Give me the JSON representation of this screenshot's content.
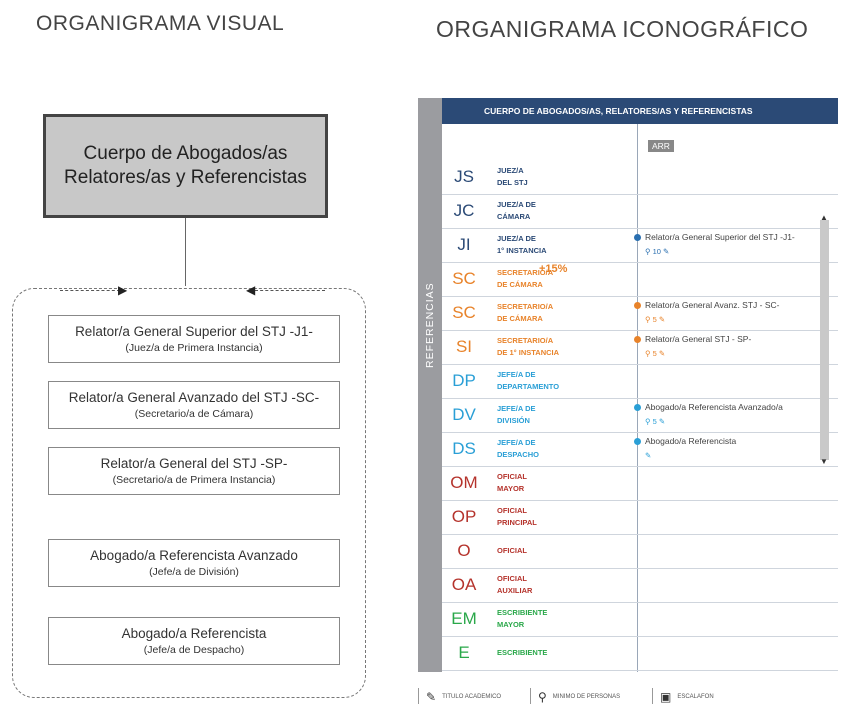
{
  "titles": {
    "left": "ORGANIGRAMA VISUAL",
    "right": "ORGANIGRAMA ICONOGRÁFICO"
  },
  "visual": {
    "top_box": {
      "line1": "Cuerpo de Abogados/as",
      "line2": "Relatores/as y Referencistas"
    },
    "roles": [
      {
        "title": "Relator/a General Superior del STJ -J1-",
        "sub": "(Juez/a de Primera Instancia)"
      },
      {
        "title": "Relator/a General Avanzado del STJ -SC-",
        "sub": "(Secretario/a de Cámara)"
      },
      {
        "title": "Relator/a General del STJ -SP-",
        "sub": "(Secretario/a de Primera Instancia)"
      },
      {
        "title": "Abogado/a Referencista Avanzado",
        "sub": "(Jefe/a de División)"
      },
      {
        "title": "Abogado/a Referencista",
        "sub": "(Jefe/a de Despacho)"
      }
    ]
  },
  "panel": {
    "header": "CUERPO DE ABOGADOS/AS, RELATORES/AS Y REFERENCISTAS",
    "side_label": "REFERENCIAS",
    "arr_badge": "ARR",
    "colors": {
      "navy": "#2b4a76",
      "blue": "#2a6fb0",
      "orange": "#e8832a",
      "cyan": "#2a9fd6",
      "red": "#b5332c",
      "green": "#2aa84a"
    },
    "rows": [
      {
        "abbr": "JS",
        "l1": "JUEZ/A",
        "l2": "DEL STJ",
        "color": "#2b4a76"
      },
      {
        "abbr": "JC",
        "l1": "JUEZ/A DE",
        "l2": "CÁMARA",
        "color": "#2b4a76"
      },
      {
        "abbr": "JI",
        "l1": "JUEZ/A DE",
        "l2": "1° INSTANCIA",
        "color": "#2b4a76",
        "rel": "Relator/a General Superior del STJ -J1-",
        "mini": "10",
        "dot": "#2a6fb0"
      },
      {
        "abbr": "SC",
        "l1": "SECRETARIO/A",
        "l2": "DE CÁMARA",
        "color": "#e8832a",
        "extra": "+15%"
      },
      {
        "abbr": "SC",
        "l1": "SECRETARIO/A",
        "l2": "DE CÁMARA",
        "color": "#e8832a",
        "rel": "Relator/a General Avanz. STJ - SC-",
        "mini": "5",
        "dot": "#e8832a"
      },
      {
        "abbr": "SI",
        "l1": "SECRETARIO/A",
        "l2": "DE 1° INSTANCIA",
        "color": "#e8832a",
        "rel": "Relator/a General STJ - SP-",
        "mini": "5",
        "dot": "#e8832a"
      },
      {
        "abbr": "DP",
        "l1": "JEFE/A DE",
        "l2": "DEPARTAMENTO",
        "color": "#2a9fd6"
      },
      {
        "abbr": "DV",
        "l1": "JEFE/A DE",
        "l2": "DIVISIÓN",
        "color": "#2a9fd6",
        "rel": "Abogado/a Referencista Avanzado/a",
        "mini": "5",
        "dot": "#2a9fd6"
      },
      {
        "abbr": "DS",
        "l1": "JEFE/A DE",
        "l2": "DESPACHO",
        "color": "#2a9fd6",
        "rel": "Abogado/a Referencista",
        "mini": "",
        "dot": "#2a9fd6"
      },
      {
        "abbr": "OM",
        "l1": "OFICIAL",
        "l2": "MAYOR",
        "color": "#b5332c"
      },
      {
        "abbr": "OP",
        "l1": "OFICIAL",
        "l2": "PRINCIPAL",
        "color": "#b5332c"
      },
      {
        "abbr": "O",
        "l1": "OFICIAL",
        "l2": "",
        "color": "#b5332c"
      },
      {
        "abbr": "OA",
        "l1": "OFICIAL",
        "l2": "AUXILIAR",
        "color": "#b5332c"
      },
      {
        "abbr": "EM",
        "l1": "ESCRIBIENTE",
        "l2": "MAYOR",
        "color": "#2aa84a"
      },
      {
        "abbr": "E",
        "l1": "ESCRIBIENTE",
        "l2": "",
        "color": "#2aa84a"
      }
    ],
    "legend": [
      {
        "icon": "diploma-icon",
        "glyph": "✎",
        "label": "TITULO ACADEMICO"
      },
      {
        "icon": "person-icon",
        "glyph": "⚲",
        "label": "MINIMO DE PERSONAS"
      },
      {
        "icon": "ladder-icon",
        "glyph": "▣",
        "label": "ESCALAFON"
      }
    ]
  }
}
